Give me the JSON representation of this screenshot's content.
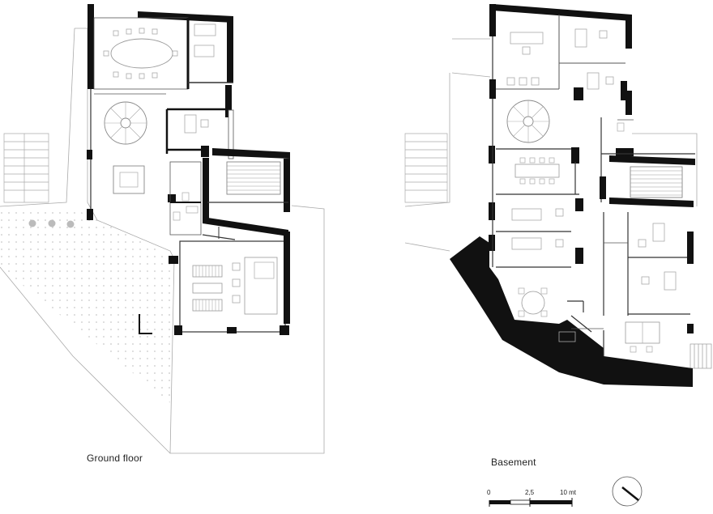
{
  "plans": {
    "ground_floor": {
      "label": "Ground floor"
    },
    "basement": {
      "label": "Basement"
    }
  },
  "scale_bar": {
    "ticks": [
      "0",
      "2,5",
      "10 mt"
    ]
  },
  "north_arrow": {
    "icon": "north-arrow-icon"
  },
  "colors": {
    "wall": "#111111",
    "line": "#333333",
    "thin": "#999999",
    "furniture": "#bbbbbb",
    "dots": "#c8c8c8"
  }
}
